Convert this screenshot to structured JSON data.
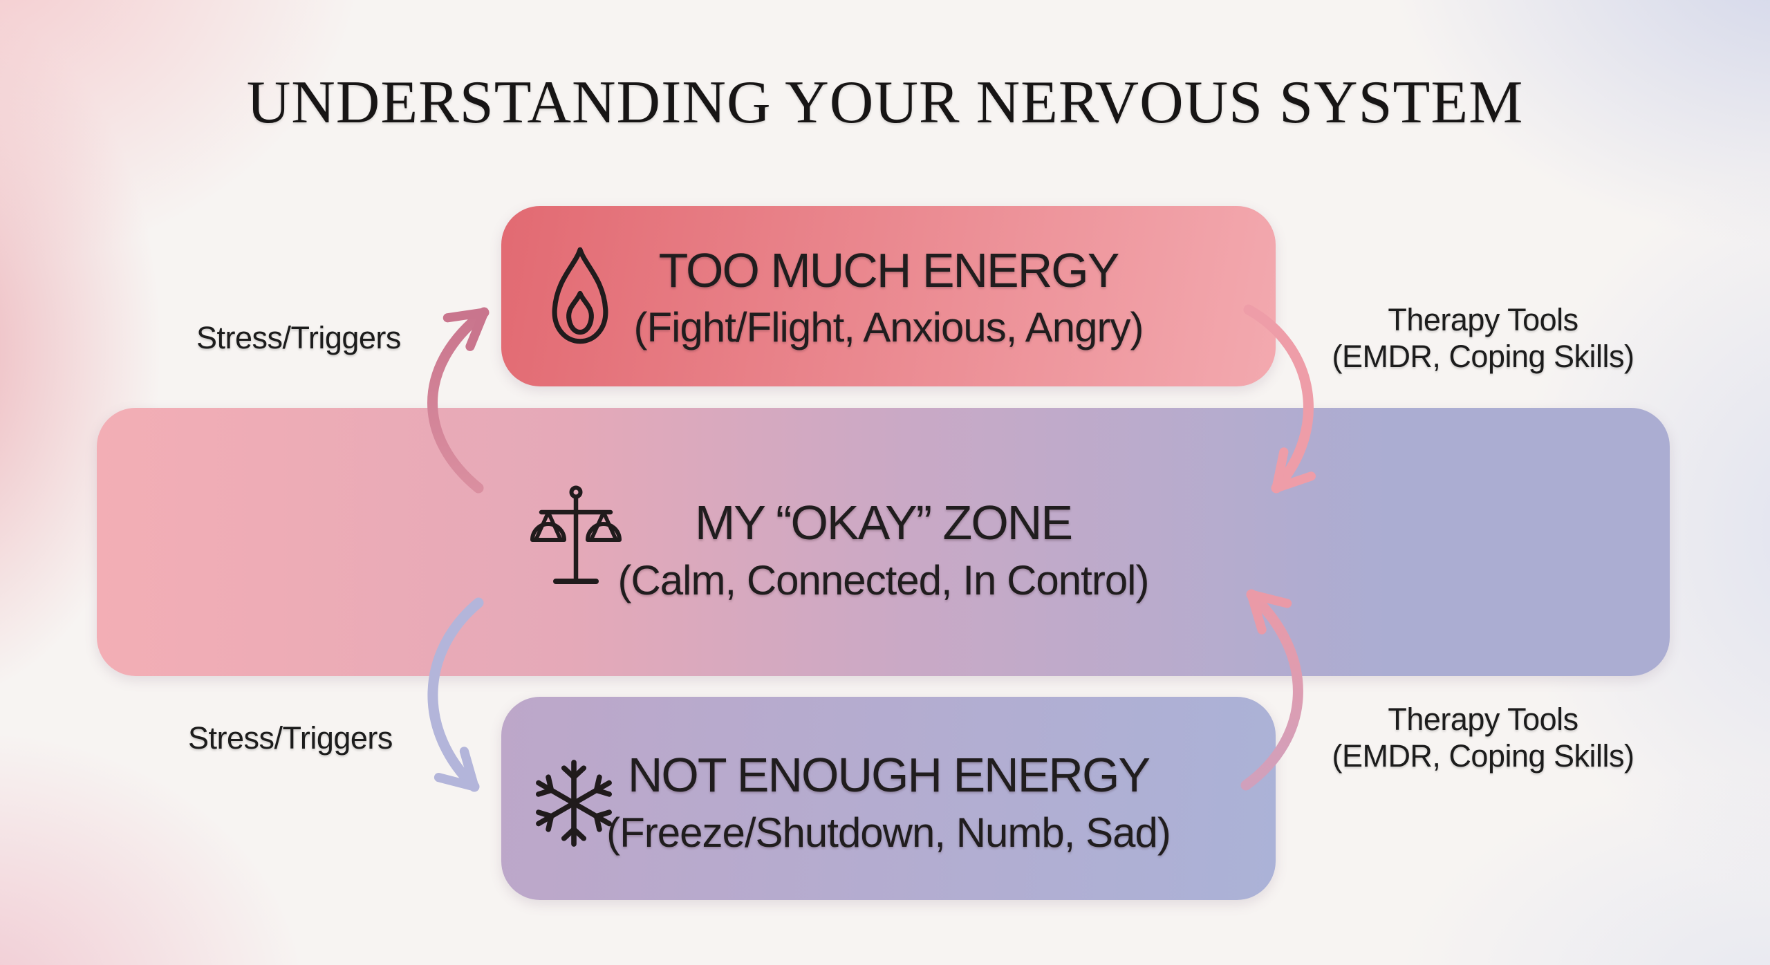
{
  "title": "UNDERSTANDING YOUR NERVOUS SYSTEM",
  "zones": {
    "too_much": {
      "heading": "TOO MUCH ENERGY",
      "subtitle": "(Fight/Flight, Anxious, Angry)",
      "icon": "flame-icon"
    },
    "okay": {
      "heading": "MY “OKAY” ZONE",
      "subtitle": "(Calm, Connected, In Control)",
      "icon": "balance-scale-icon"
    },
    "not_enough": {
      "heading": "NOT ENOUGH ENERGY",
      "subtitle": "(Freeze/Shutdown, Numb, Sad)",
      "icon": "snowflake-icon"
    }
  },
  "labels": {
    "stress_top": "Stress/Triggers",
    "stress_bottom": "Stress/Triggers",
    "therapy_top": {
      "line1": "Therapy Tools",
      "line2": "(EMDR, Coping Skills)"
    },
    "therapy_bottom": {
      "line1": "Therapy Tools",
      "line2": "(EMDR, Coping Skills)"
    }
  },
  "colors": {
    "box_high_start": "#e26a72",
    "box_high_end": "#f3a9af",
    "box_okay_start": "#f3aeb5",
    "box_okay_q1": "#e5a9b8",
    "box_okay_mid": "#c9a9c6",
    "box_okay_end": "#abadd2",
    "box_low_start": "#bda7c9",
    "box_low_end": "#abb2d7",
    "arrow_rose_dark": "#c9758d",
    "arrow_rose_light": "#da8fa0",
    "arrow_pink": "#ee9da8",
    "arrow_lavender": "#b3b5da",
    "arrow_fade_mauve": "#d0a0bc",
    "arrow_fade_pink": "#ea9aa7",
    "icon_ink": "#201b1c",
    "text_dark": "#201d1e"
  }
}
